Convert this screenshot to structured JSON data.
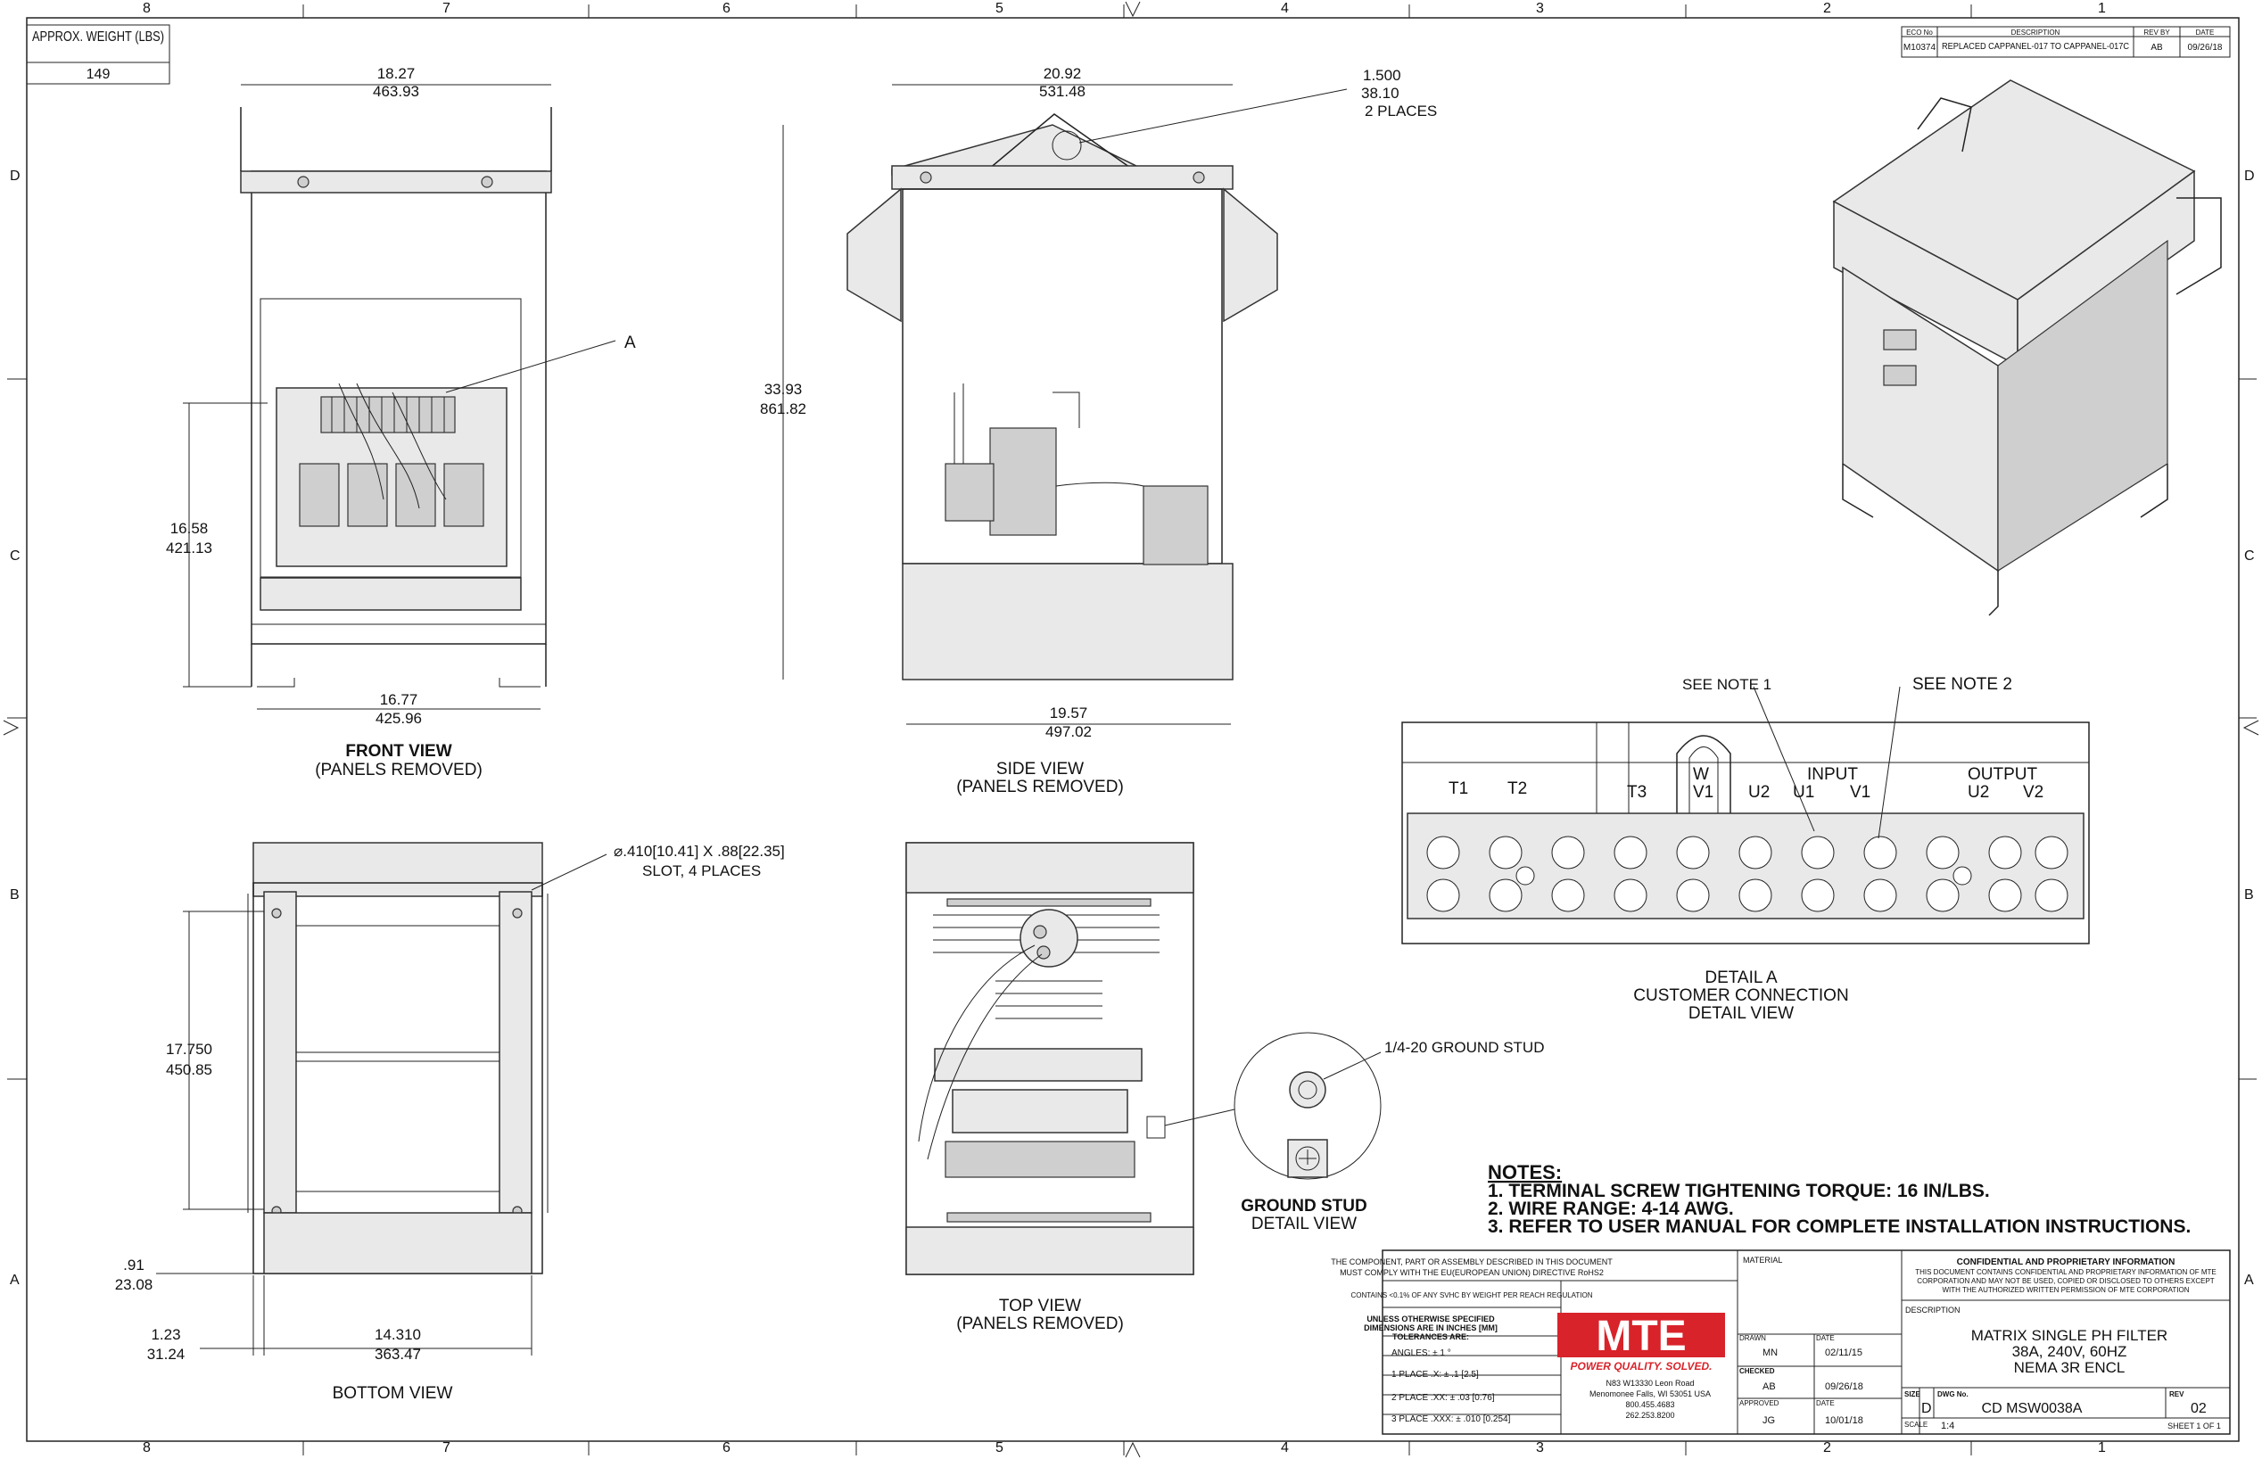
{
  "border": {
    "columns_top": [
      "8",
      "7",
      "6",
      "5",
      "4",
      "3",
      "2",
      "1"
    ],
    "columns_bottom": [
      "8",
      "7",
      "6",
      "5",
      "4",
      "3",
      "2",
      "1"
    ],
    "rows": [
      "D",
      "C",
      "B",
      "A"
    ]
  },
  "weight_box": {
    "label": "APPROX. WEIGHT (LBS)",
    "value": "149"
  },
  "revision_block": {
    "headers": [
      "ECO No",
      "DESCRIPTION",
      "REV BY",
      "DATE"
    ],
    "row": {
      "eco": "M10374",
      "description": "REPLACED CAPPANEL-017 TO CAPPANEL-017C",
      "rev_by": "AB",
      "date": "09/26/18"
    }
  },
  "front_view": {
    "title": "FRONT VIEW",
    "subtitle": "(PANELS REMOVED)",
    "width_in": "18.27",
    "width_mm": "463.93",
    "height_in": "16.58",
    "height_mm": "421.13",
    "base_in": "16.77",
    "base_mm": "425.96",
    "callout": "A"
  },
  "side_view": {
    "title": "SIDE VIEW",
    "subtitle": "(PANELS REMOVED)",
    "width_in": "20.92",
    "width_mm": "531.48",
    "height_in": "33.93",
    "height_mm": "861.82",
    "base_in": "19.57",
    "base_mm": "497.02",
    "hole_dia_in": "1.500",
    "hole_dia_mm": "38.10",
    "hole_note": "2 PLACES"
  },
  "bottom_view": {
    "title": "BOTTOM VIEW",
    "slot_note_1": "⌀.410[10.41] X .88[22.35]",
    "slot_note_2": "SLOT, 4 PLACES",
    "height_in": "17.750",
    "height_mm": "450.85",
    "offset_in": ".91",
    "offset_mm": "23.08",
    "edge_in": "1.23",
    "edge_mm": "31.24",
    "width_in": "14.310",
    "width_mm": "363.47"
  },
  "top_view": {
    "title": "TOP VIEW",
    "subtitle": "(PANELS REMOVED)"
  },
  "ground_stud": {
    "callout": "1/4-20 GROUND STUD",
    "title": "GROUND STUD",
    "subtitle": "DETAIL VIEW"
  },
  "detail_a": {
    "title_1": "DETAIL A",
    "title_2": "CUSTOMER CONNECTION",
    "title_3": "DETAIL VIEW",
    "see_note_1": "SEE NOTE 1",
    "see_note_2": "SEE NOTE 2",
    "terminal_labels": [
      "T1",
      "T2",
      "T3",
      "W",
      "V1",
      "U2",
      "U1",
      "V1",
      "U2",
      "V2"
    ],
    "input_label": "INPUT",
    "output_label": "OUTPUT"
  },
  "notes": {
    "heading": "NOTES:",
    "items": [
      "1.  TERMINAL SCREW TIGHTENING TORQUE: 16 IN/LBS.",
      "2.  WIRE RANGE: 4-14 AWG.",
      "3.  REFER TO USER MANUAL FOR COMPLETE INSTALLATION INSTRUCTIONS."
    ]
  },
  "title_block": {
    "compliance_1": "THE COMPONENT, PART OR ASSEMBLY DESCRIBED IN THIS DOCUMENT",
    "compliance_2": "MUST COMPLY WITH THE EU(EUROPEAN UNION) DIRECTIVE RoHS2",
    "svhc": "CONTAINS <0.1% OF ANY SVHC BY WEIGHT PER REACH REGULATION",
    "tol_head_1": "UNLESS OTHERWISE SPECIFIED",
    "tol_head_2": "DIMENSIONS ARE IN INCHES [MM]",
    "tol_head_3": "TOLERANCES ARE:",
    "tol_angles": "ANGLES: ± 1 °",
    "tol_1": "1 PLACE .X: ± .1 [2.5]",
    "tol_2": "2 PLACE .XX: ± .03 [0.76]",
    "tol_3": "3 PLACE .XXX: ± .010 [0.254]",
    "logo_text": "MTE",
    "tagline": "POWER QUALITY. SOLVED.",
    "address_1": "N83 W13330 Leon Road",
    "address_2": "Menomonee Falls, WI 53051 USA",
    "address_3": "800.455.4683",
    "address_4": "262.253.8200",
    "material_label": "MATERIAL",
    "drawn_label": "DRAWN",
    "drawn_by": "MN",
    "date_label": "DATE",
    "drawn_date": "02/11/15",
    "checked_label": "CHECKED",
    "checked_by": "AB",
    "checked_date": "09/26/18",
    "approved_label": "APPROVED",
    "approved_by": "JG",
    "approved_date": "10/01/18",
    "conf_title": "CONFIDENTIAL AND PROPRIETARY INFORMATION",
    "conf_1": "THIS DOCUMENT CONTAINS CONFIDENTIAL AND PROPRIETARY INFORMATION OF MTE",
    "conf_2": "CORPORATION AND MAY NOT BE USED, COPIED OR DISCLOSED TO OTHERS EXCEPT",
    "conf_3": "WITH THE AUTHORIZED WRITTEN PERMISSION OF MTE CORPORATION",
    "description_label": "DESCRIPTION",
    "description_1": "MATRIX SINGLE PH FILTER",
    "description_2": "38A, 240V, 60HZ",
    "description_3": "NEMA 3R ENCL",
    "size_label": "SIZE",
    "size": "D",
    "dwg_label": "DWG No.",
    "dwg_no": "CD MSW0038A",
    "rev_label": "REV",
    "rev": "02",
    "scale_label": "SCALE",
    "scale": "1:4",
    "sheet": "SHEET 1  OF 1"
  },
  "colors": {
    "brand_red": "#d8232a",
    "line": "#222222"
  }
}
